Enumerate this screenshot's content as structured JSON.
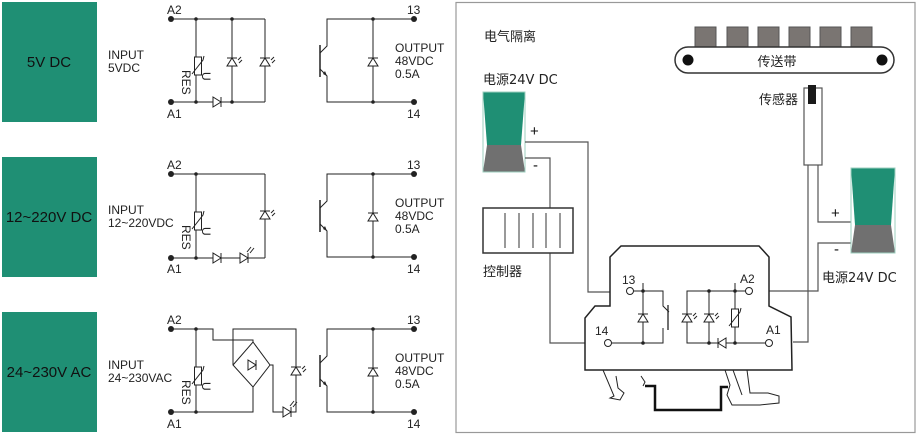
{
  "panels": [
    {
      "voltage_label": "5V DC",
      "input_title": "INPUT",
      "input_value": "5VDC",
      "output_title": "OUTPUT",
      "output_voltage": "48VDC",
      "output_current": "0.5A",
      "terminals": {
        "a2": "A2",
        "a1": "A1",
        "t13": "13",
        "t14": "14"
      },
      "varistor_u": "U",
      "varistor_res": "RES"
    },
    {
      "voltage_label": "12~220V DC",
      "input_title": "INPUT",
      "input_value": "12~220VDC",
      "output_title": "OUTPUT",
      "output_voltage": "48VDC",
      "output_current": "0.5A",
      "terminals": {
        "a2": "A2",
        "a1": "A1",
        "t13": "13",
        "t14": "14"
      },
      "varistor_u": "U",
      "varistor_res": "RES"
    },
    {
      "voltage_label": "24~230V AC",
      "input_title": "INPUT",
      "input_value": "24~230VAC",
      "output_title": "OUTPUT",
      "output_voltage": "48VDC",
      "output_current": "0.5A",
      "terminals": {
        "a2": "A2",
        "a1": "A1",
        "t13": "13",
        "t14": "14"
      },
      "varistor_u": "U",
      "varistor_res": "RES"
    }
  ],
  "application": {
    "title": "电气隔离",
    "psu_left_label": "电源24V DC",
    "psu_right_label": "电源24V DC",
    "plus": "+",
    "minus": "-",
    "controller_label": "控制器",
    "conveyor_label": "传送带",
    "sensor_label": "传感器",
    "module_terminals": {
      "t13": "13",
      "t14": "14",
      "a2": "A2",
      "a1": "A1"
    }
  },
  "colors": {
    "accent_green": "#1f8f74",
    "psu_gray": "#707070",
    "box_gray": "#7a7572"
  }
}
